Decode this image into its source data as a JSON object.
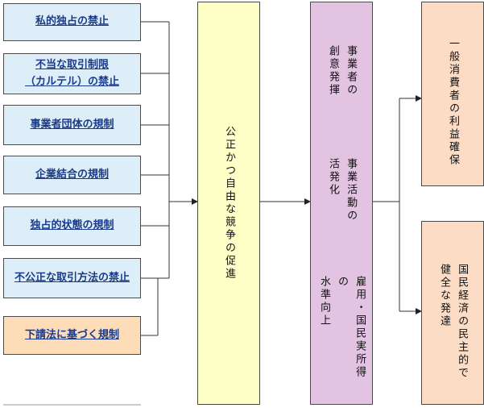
{
  "left_boxes": [
    "私的独占の禁止",
    "不当な取引制限\n（カルテル）の禁止",
    "事業者団体の規制",
    "企業結合の規制",
    "独占的状態の規制",
    "不公正な取引方法の禁止",
    "下請法に基づく規制"
  ],
  "center_box": "公正かつ自由な競争の促進",
  "effects": [
    "事業者の\n創意発揮",
    "事業活動の\n活発化",
    "雇用・国民実所得の\n水準向上"
  ],
  "outcomes": [
    "一般消費者の利益確保",
    "国民経済の民主的で\n健全な発達"
  ],
  "colors": {
    "left_box_fill": "#ddeef8",
    "subcontract_box_fill": "#fddcb8",
    "center_fill": "#ffffc8",
    "effects_fill": "#e2c3e2",
    "outcomes_fill": "#fddcc6",
    "label_text": "#1a3a8a"
  }
}
